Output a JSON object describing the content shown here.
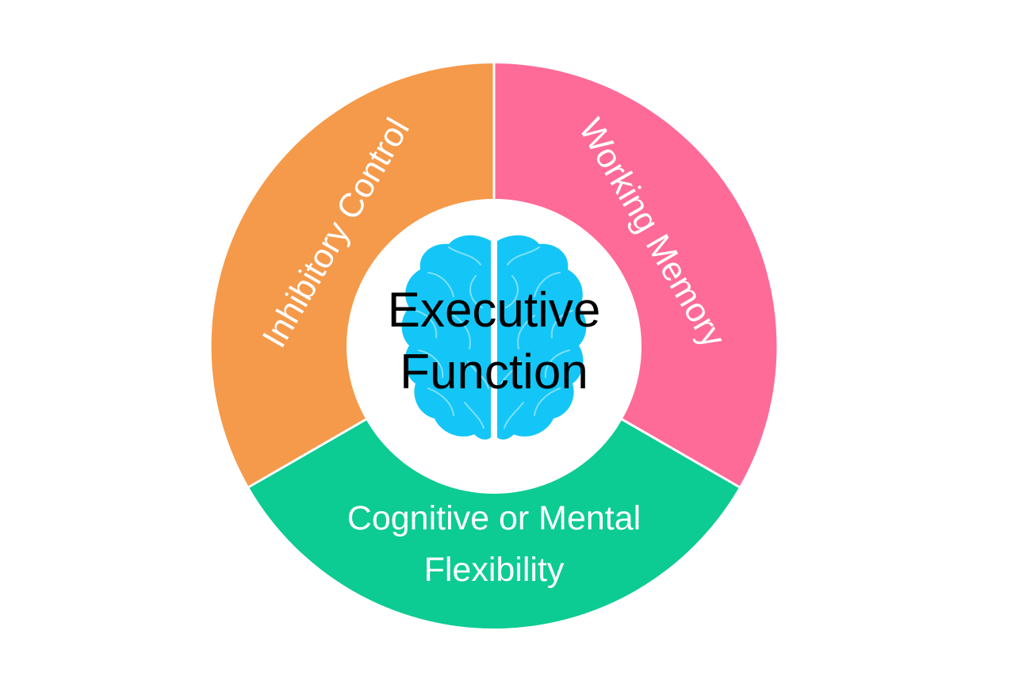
{
  "diagram": {
    "center": {
      "lines": [
        "Executive",
        "Function"
      ],
      "icon": "brain-icon"
    },
    "segments": [
      {
        "id": "inhibitory",
        "lines": [
          "Inhibitory Control"
        ],
        "color": "#F59A4A"
      },
      {
        "id": "working",
        "lines": [
          "Working Memory"
        ],
        "color": "#FF6B98"
      },
      {
        "id": "flexibility",
        "lines": [
          "Cognitive or Mental",
          "Flexibility"
        ],
        "color": "#0CCB93"
      }
    ],
    "colors": {
      "brain": "#13C6F7",
      "brain_lines": "#7FDFFB",
      "divider": "#ffffff",
      "background": "#ffffff"
    }
  }
}
